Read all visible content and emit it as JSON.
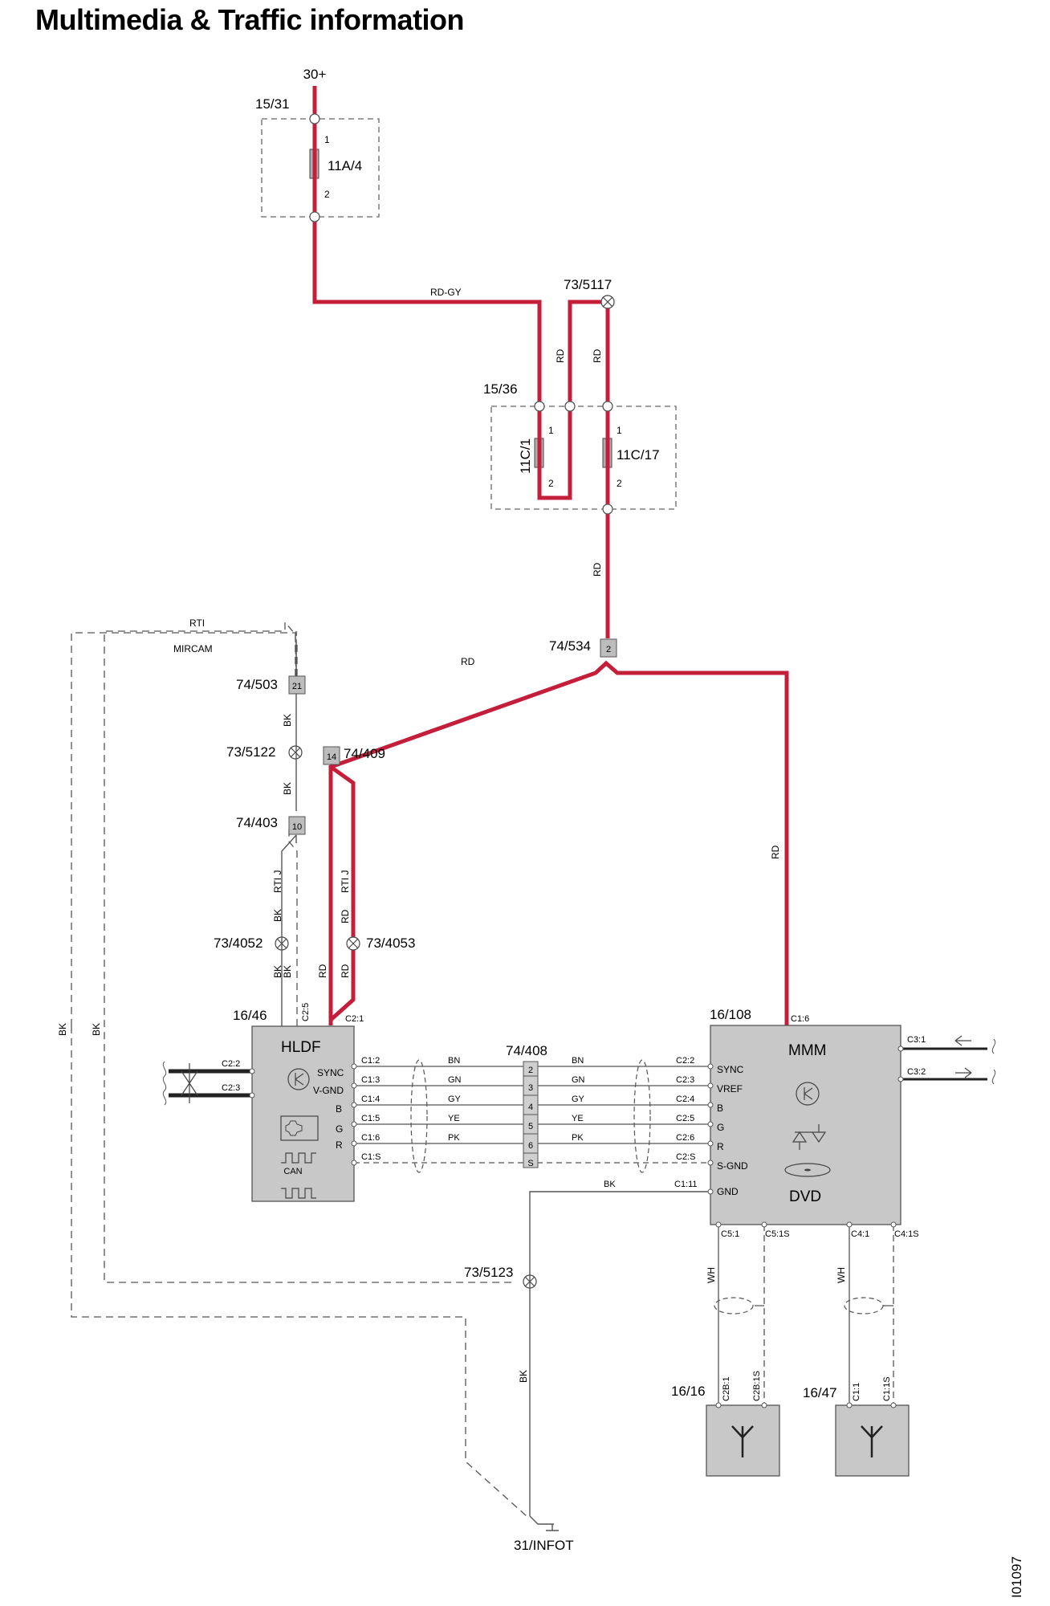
{
  "title": "Multimedia & Traffic information",
  "drawing_id": "I01097",
  "colors": {
    "power_wire": "#c41e3a",
    "wire": "#555555",
    "module_fill": "#c8c8c8",
    "box_fill": "#cfcfcf"
  },
  "labels": {
    "supply": "30+",
    "fusebox_1": "15/31",
    "fuse_1": "11A/4",
    "fusebox_2": "15/36",
    "fuse_2": "11C/1",
    "fuse_3": "11C/17",
    "pin_1": "1",
    "pin_2": "2",
    "wire_rdgy": "RD-GY",
    "wire_rd": "RD",
    "wire_bk": "BK",
    "wire_wh": "WH",
    "rtij": "RTI J",
    "rti": "RTI",
    "mircam": "MIRCAM",
    "splice_5117": "73/5117",
    "splice_5122": "73/5122",
    "splice_4052": "73/4052",
    "splice_4053": "73/4053",
    "splice_5123": "73/5123",
    "conn_534": "74/534",
    "conn_534_pin": "2",
    "conn_503": "74/503",
    "conn_503_pin": "21",
    "conn_409": "74/409",
    "conn_409_pin": "14",
    "conn_403": "74/403",
    "conn_403_pin": "10",
    "conn_408": "74/408",
    "ground": "31/INFOT"
  },
  "hldf": {
    "id": "16/46",
    "name": "HLDF",
    "top_pins": [
      "C2:5",
      "C2:1"
    ],
    "left_pins": [
      "C2:2",
      "C2:3"
    ],
    "can": "CAN",
    "right_pins": [
      "C1:2",
      "C1:3",
      "C1:4",
      "C1:5",
      "C1:6",
      "C1:S"
    ],
    "signals": [
      "SYNC",
      "V-GND",
      "B",
      "G",
      "R"
    ]
  },
  "mmm": {
    "id": "16/108",
    "name": "MMM",
    "sub": "DVD",
    "top_pin": "C1:6",
    "left_pins": [
      "C2:2",
      "C2:3",
      "C2:4",
      "C2:5",
      "C2:6",
      "C2:S",
      "C1:11"
    ],
    "signals": [
      "SYNC",
      "VREF",
      "B",
      "G",
      "R",
      "S-GND",
      "GND"
    ],
    "right_pins": [
      "C3:1",
      "C3:2"
    ],
    "bottom_pins": [
      "C5:1",
      "C5:1S",
      "C4:1",
      "C4:1S"
    ]
  },
  "video_bus": {
    "colors": [
      "BN",
      "GN",
      "GY",
      "YE",
      "PK"
    ],
    "pins": [
      "2",
      "3",
      "4",
      "5",
      "6",
      "S"
    ]
  },
  "antennas": [
    {
      "id": "16/16",
      "pins": [
        "C2B:1",
        "C2B:1S"
      ]
    },
    {
      "id": "16/47",
      "pins": [
        "C1:1",
        "C1:1S"
      ]
    }
  ]
}
